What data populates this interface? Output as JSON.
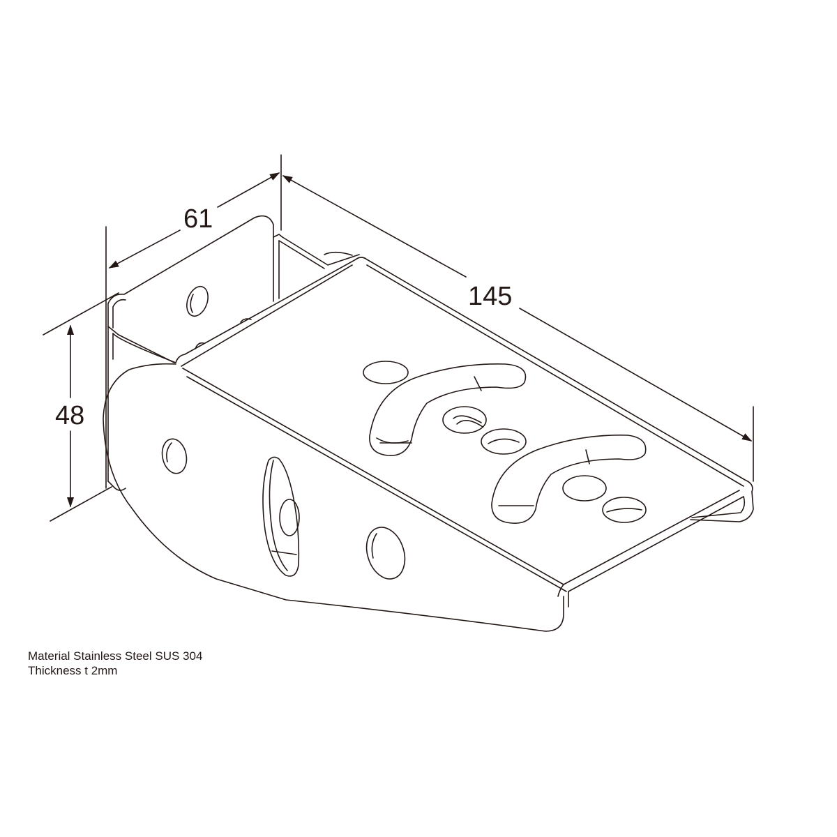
{
  "dimensions": {
    "width": "61",
    "length": "145",
    "height": "48"
  },
  "specs": {
    "material": "Material Stainless Steel SUS 304",
    "thickness": "Thickness t 2mm"
  },
  "colors": {
    "line": "#231815",
    "background": "#ffffff"
  }
}
